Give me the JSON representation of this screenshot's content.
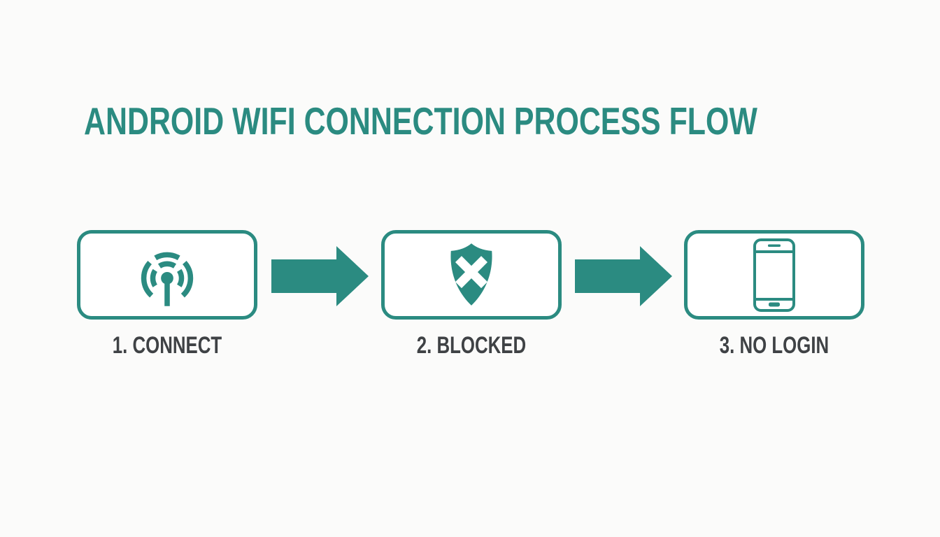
{
  "title": "ANDROID WIFI CONNECTION PROCESS FLOW",
  "colors": {
    "teal": "#2B8B81",
    "label_gray": "#3F4245",
    "background": "#FBFBFA"
  },
  "steps": [
    {
      "label": "1. CONNECT",
      "icon": "wifi-broadcast-icon"
    },
    {
      "label": "2. BLOCKED",
      "icon": "shield-x-icon"
    },
    {
      "label": "3. NO LOGIN",
      "icon": "smartphone-icon"
    }
  ],
  "connectors": [
    {
      "icon": "arrow-right-icon"
    },
    {
      "icon": "arrow-right-icon"
    }
  ]
}
